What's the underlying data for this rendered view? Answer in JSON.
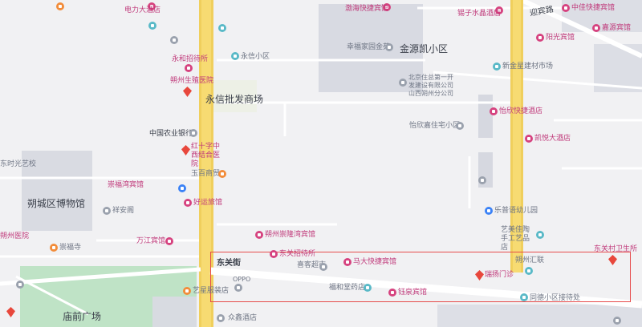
{
  "map": {
    "roads": {
      "dongguan_street": "东关街",
      "yingbin_road": "迎宾路"
    },
    "areas": {
      "jinyuankai": "金源凯小区",
      "yongxin_market": "永信批发商场",
      "museum": "朔城区博物馆",
      "temple_square": "庙前广场"
    },
    "pois": [
      {
        "key": "p01",
        "label": "电力大酒店",
        "kind": "hotel"
      },
      {
        "key": "p02",
        "label": "渤海快捷宾馆",
        "kind": "hotel"
      },
      {
        "key": "p03",
        "label": "锡子水晶酒店",
        "kind": "hotel"
      },
      {
        "key": "p04",
        "label": "中佳快捷宾馆",
        "kind": "hotel"
      },
      {
        "key": "p05",
        "label": "嘉源宾馆",
        "kind": "hotel"
      },
      {
        "key": "p06",
        "label": "阳光宾馆",
        "kind": "hotel"
      },
      {
        "key": "p07",
        "label": "永和招待所",
        "kind": "hotel"
      },
      {
        "key": "p08",
        "label": "朔州生殖医院",
        "kind": "hotel"
      },
      {
        "key": "p09",
        "label": "永信小区",
        "kind": "poi"
      },
      {
        "key": "p10",
        "label": "幸福家园金苑",
        "kind": "poi"
      },
      {
        "key": "p11",
        "label": "北京住总第一开发建设有限公司山西朔州分公司",
        "kind": "poi"
      },
      {
        "key": "p12",
        "label": "新金星建材市场",
        "kind": "poi"
      },
      {
        "key": "p13",
        "label": "怡欣快捷酒店",
        "kind": "hotel"
      },
      {
        "key": "p14",
        "label": "中国农业银行",
        "kind": "poi"
      },
      {
        "key": "p15",
        "label": "红十字中西结合医院",
        "kind": "hotel"
      },
      {
        "key": "p16",
        "label": "怡欣嘉住宅小区",
        "kind": "poi"
      },
      {
        "key": "p17",
        "label": "凯悦大酒店",
        "kind": "hotel"
      },
      {
        "key": "p18",
        "label": "崇福湾宾馆",
        "kind": "hotel"
      },
      {
        "key": "p19",
        "label": "玉百商贸",
        "kind": "poi"
      },
      {
        "key": "p20",
        "label": "好运旅馆",
        "kind": "hotel"
      },
      {
        "key": "p21",
        "label": "祥安阁",
        "kind": "poi"
      },
      {
        "key": "p22",
        "label": "乐普语幼儿园",
        "kind": "poi"
      },
      {
        "key": "p23",
        "label": "万江宾馆",
        "kind": "hotel"
      },
      {
        "key": "p24",
        "label": "朔州崇隆湾宾馆",
        "kind": "hotel"
      },
      {
        "key": "p25",
        "label": "艺美佳陶手工艺品店",
        "kind": "poi"
      },
      {
        "key": "p26",
        "label": "东关村卫生所",
        "kind": "hotel"
      },
      {
        "key": "p27",
        "label": "东关招待所",
        "kind": "hotel"
      },
      {
        "key": "p28",
        "label": "马大快捷宾馆",
        "kind": "hotel"
      },
      {
        "key": "p29",
        "label": "朔州汇联",
        "kind": "poi"
      },
      {
        "key": "p30",
        "label": "瑞扬门诊",
        "kind": "poi"
      },
      {
        "key": "p31",
        "label": "喜客超市",
        "kind": "poi"
      },
      {
        "key": "p32",
        "label": "OPPO",
        "kind": "poi"
      },
      {
        "key": "p33",
        "label": "福和堂药店",
        "kind": "poi"
      },
      {
        "key": "p34",
        "label": "钰泉宾馆",
        "kind": "hotel"
      },
      {
        "key": "p35",
        "label": "同德小区接待处",
        "kind": "poi"
      },
      {
        "key": "p36",
        "label": "艺星服装店",
        "kind": "poi"
      },
      {
        "key": "p37",
        "label": "众鑫酒店",
        "kind": "poi"
      },
      {
        "key": "p38",
        "label": "崇福寺",
        "kind": "poi"
      },
      {
        "key": "p39",
        "label": "朔州医院",
        "kind": "hotel"
      },
      {
        "key": "p40",
        "label": "东时光艺校",
        "kind": "poi"
      }
    ],
    "colors": {
      "main_road": "#f6d96b",
      "hotel_text": "#c0397a",
      "park": "#b9dfc0",
      "block": "#d9dbe3",
      "highlight_box": "#e64b4b"
    }
  }
}
